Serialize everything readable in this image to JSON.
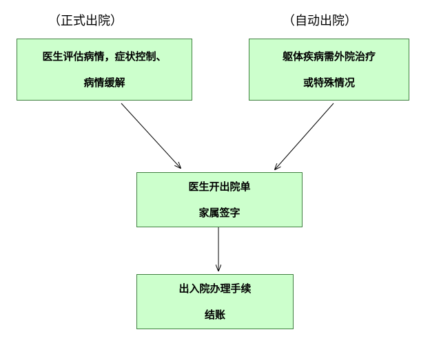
{
  "colors": {
    "box_fill": "#ccffcc",
    "box_border": "#3f7f3f",
    "arrow": "#000000"
  },
  "captions": {
    "formal": "（正式出院）",
    "voluntary": "（自动出院）"
  },
  "boxes": {
    "formal": {
      "line1": "医生评估病情，症状控制、",
      "line2": "病情缓解"
    },
    "voluntary": {
      "line1": "躯体疾病需外院治疗",
      "line2": "或特殊情况"
    },
    "discharge_order": {
      "line1": "医生开出院单",
      "line2": "家属签字"
    },
    "procedures": {
      "line1": "出入院办理手续",
      "line2": "结账"
    }
  }
}
